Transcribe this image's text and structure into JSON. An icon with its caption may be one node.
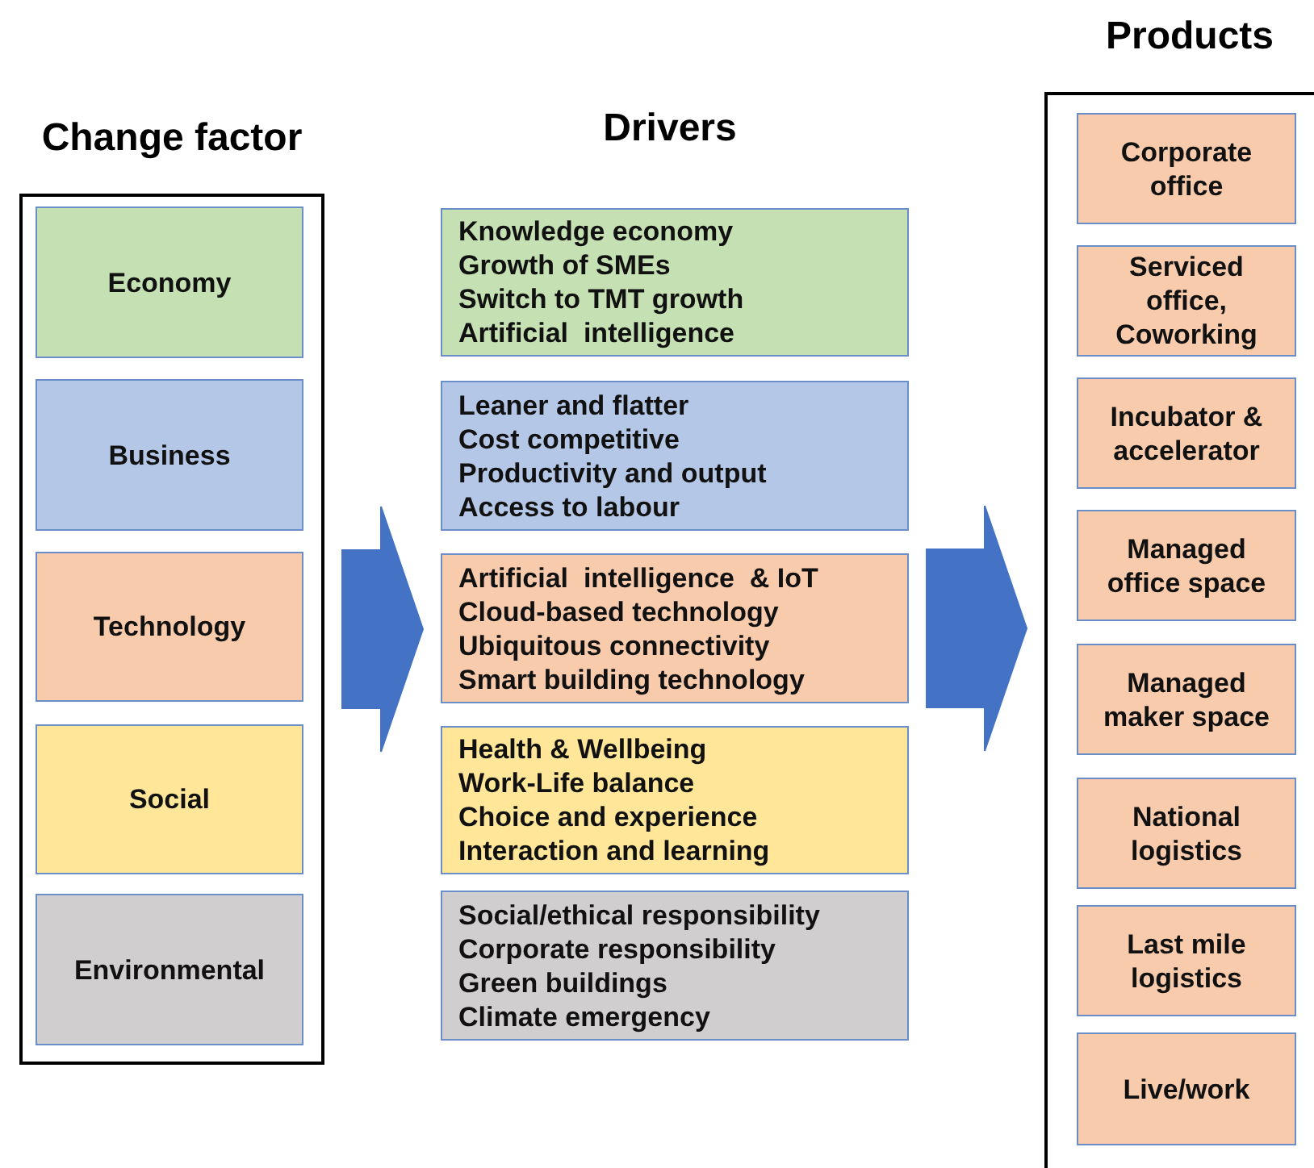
{
  "diagram": {
    "nodes": [
      {
        "text": [
          "Change factor"
        ]
      },
      {
        "text": [
          "Economy"
        ],
        "in": 0
      },
      {
        "text": [
          "Business"
        ],
        "in": 0
      },
      {
        "text": [
          "Technology"
        ],
        "in": 0
      },
      {
        "text": [
          "Social"
        ],
        "in": 0
      },
      {
        "text": [
          "Environmental"
        ],
        "in": 0
      },
      {
        "text": [
          "Knowledge economy",
          "Growth of SMEs",
          "Switch to TMT growth",
          "Artificial  intelligence"
        ]
      },
      {
        "text": [
          "Leaner and flatter",
          "Cost competitive",
          "Productivity and output",
          "Access to labour"
        ]
      },
      {
        "text": [
          "Artificial  intelligence  & IoT",
          "Cloud-based technology",
          "Ubiquitous connectivity",
          "Smart building technology"
        ]
      },
      {
        "text": [
          "Health & Wellbeing",
          "Work-Life balance",
          "Choice and experience",
          "Interaction and learning"
        ]
      },
      {
        "text": [
          "Social/ethical responsibility",
          "Corporate responsibility",
          "Green buildings",
          "Climate emergency"
        ]
      },
      {
        "text": [
          "Products"
        ]
      },
      {
        "text": [
          "Corporate office"
        ],
        "in": 11
      },
      {
        "text": [
          "Serviced office, Coworking"
        ],
        "in": 11
      },
      {
        "text": [
          "Incubator & accelerator"
        ],
        "in": 11
      },
      {
        "text": [
          "Managed office space"
        ],
        "in": 11
      },
      {
        "text": [
          "Managed maker space"
        ],
        "in": 11
      },
      {
        "text": [
          "National logistics"
        ],
        "in": 11
      },
      {
        "text": [
          "Last mile logistics"
        ],
        "in": 11
      },
      {
        "text": [
          "Live/work"
        ],
        "in": 11
      }
    ],
    "edges": [
      {
        "from": 0,
        "to": 8,
        "arrow": "to",
        "style": "thick"
      },
      {
        "from": 8,
        "to": 11,
        "arrow": "to",
        "style": "thick"
      }
    ],
    "labels": [
      "Drivers"
    ]
  }
}
